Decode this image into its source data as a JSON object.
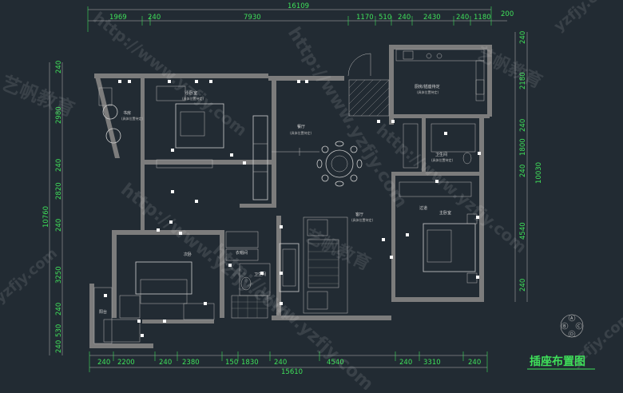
{
  "drawing_title": "插座布置图",
  "colors": {
    "background": "#222b33",
    "dimension": "#3fe05a",
    "wall": "#7c7c7c",
    "linework": "#cfcfcf"
  },
  "top_dimensions": {
    "overall": "16109",
    "segments": [
      "1969",
      "240",
      "7930",
      "1170",
      "510",
      "240",
      "2430",
      "240",
      "1180"
    ],
    "extra": "200"
  },
  "bottom_dimensions": {
    "overall": "15610",
    "segments": [
      "240",
      "2200",
      "240",
      "2380",
      "150",
      "1830",
      "240",
      "4540",
      "240",
      "3310",
      "240"
    ]
  },
  "left_dimensions": {
    "overall": "10760",
    "segments": [
      "240",
      "2980",
      "240",
      "2820",
      "240",
      "3250",
      "240",
      "530",
      "240"
    ]
  },
  "right_dimensions": {
    "overall": "10030",
    "segments": [
      "240",
      "2180",
      "240",
      "1800",
      "240",
      "4540",
      "240"
    ]
  },
  "watermarks": [
    "http://www.yzfjy.com",
    "艺帆教育",
    "yzfjy.com"
  ],
  "room_labels": [
    "书房",
    "小卧室",
    "厨房/插座待定",
    "餐厅",
    "卫生间",
    "过道",
    "主卧室",
    "客厅",
    "阳台",
    "次卧",
    "衣帽间",
    "卫生间"
  ],
  "room_sublabels": [
    "(具体位置待定)",
    "(具体位置待定)",
    "(具体位置待定)",
    "(具体位置待定)",
    "(具体位置待定)",
    "(具体位置待定)"
  ],
  "legend_letters": [
    "A",
    "B",
    "C",
    "D"
  ]
}
